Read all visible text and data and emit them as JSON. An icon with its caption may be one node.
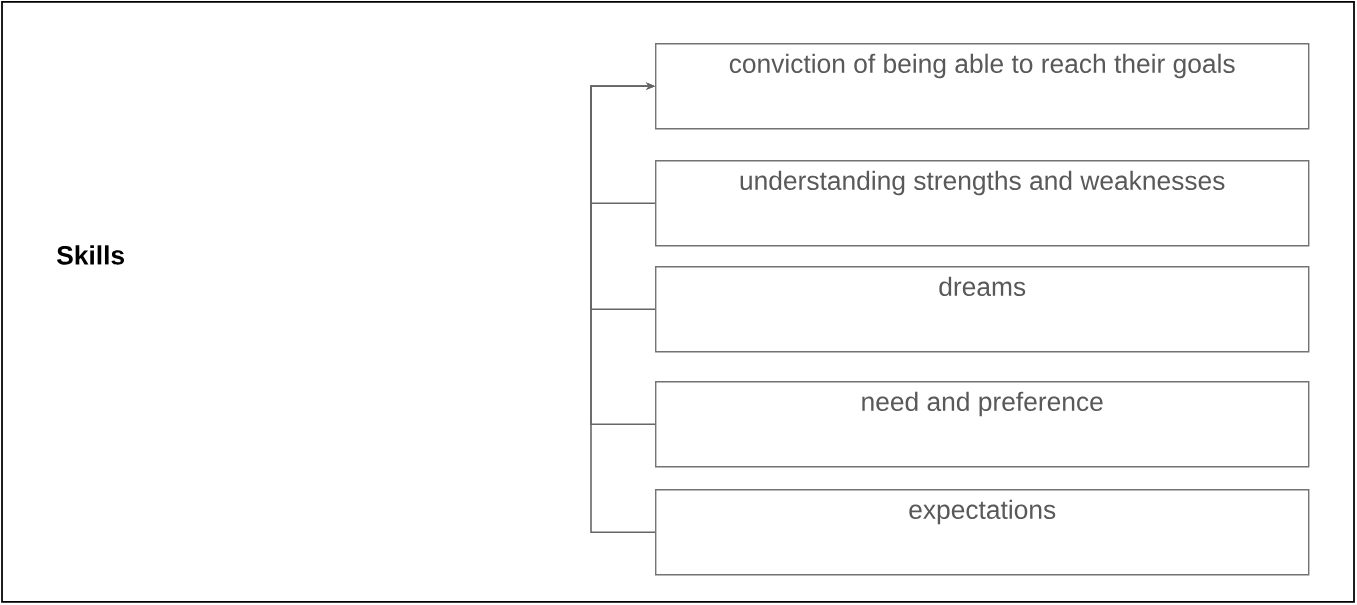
{
  "diagram": {
    "nodes": [
      {
        "text": [
          "conviction of being able to reach their goals"
        ]
      },
      {
        "text": [
          "understanding strengths and weaknesses"
        ]
      },
      {
        "text": [
          "dreams"
        ]
      },
      {
        "text": [
          "need and preference"
        ]
      },
      {
        "text": [
          "expectations"
        ]
      }
    ],
    "edges": [
      {
        "from": 1,
        "to": 0,
        "arrow": "to"
      },
      {
        "from": 2,
        "to": 0,
        "arrow": "to"
      },
      {
        "from": 3,
        "to": 0,
        "arrow": "to"
      },
      {
        "from": 4,
        "to": 0,
        "arrow": "to"
      }
    ],
    "labels": [
      "Skills"
    ]
  }
}
